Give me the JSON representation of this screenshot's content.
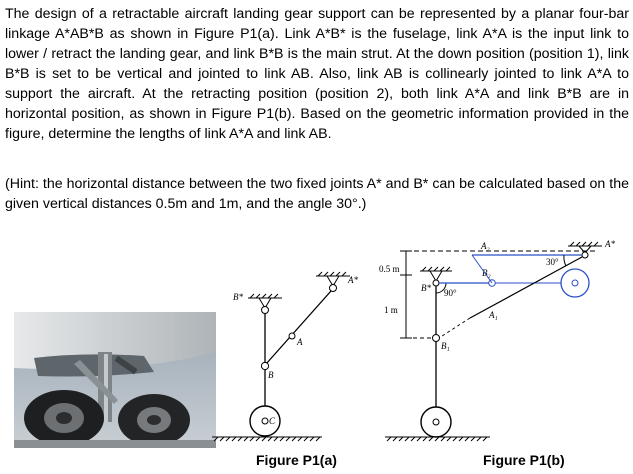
{
  "problem": {
    "paragraph1": "The design of a retractable aircraft landing gear support can be represented by a planar four-bar linkage A*AB*B as shown in Figure P1(a). Link A*B* is the fuselage, link A*A is the input link to lower / retract the landing gear, and link B*B is the main strut. At the down position (position 1), link B*B is set to be vertical and jointed to link AB. Also, link AB is collinearly jointed to link A*A to support the aircraft. At the retracting position (position 2), both link A*A and link B*B are in horizontal position, as shown in Figure P1(b). Based on the geometric information provided in the figure, determine the lengths of link A*A and link AB.",
    "paragraph2": "(Hint: the horizontal distance between the two fixed joints A* and B* can be calculated based on the given vertical distances 0.5m and 1m, and the angle 30°.)"
  },
  "figure_a": {
    "caption": "Figure P1(a)",
    "labels": {
      "a_star": "A*",
      "b_star": "B*",
      "a": "A",
      "b": "B",
      "c": "C"
    }
  },
  "figure_b": {
    "caption": "Figure P1(b)",
    "labels": {
      "a_star": "A*",
      "b_star": "B*",
      "a1": "A₁",
      "a2": "A₂",
      "b1": "B₁",
      "b2": "B₂",
      "dim_05": "0.5 m",
      "dim_1": "1 m",
      "angle_30": "30°",
      "angle_90": "90°"
    }
  },
  "colors": {
    "blue": "#2b4fc8",
    "black": "#000000"
  }
}
